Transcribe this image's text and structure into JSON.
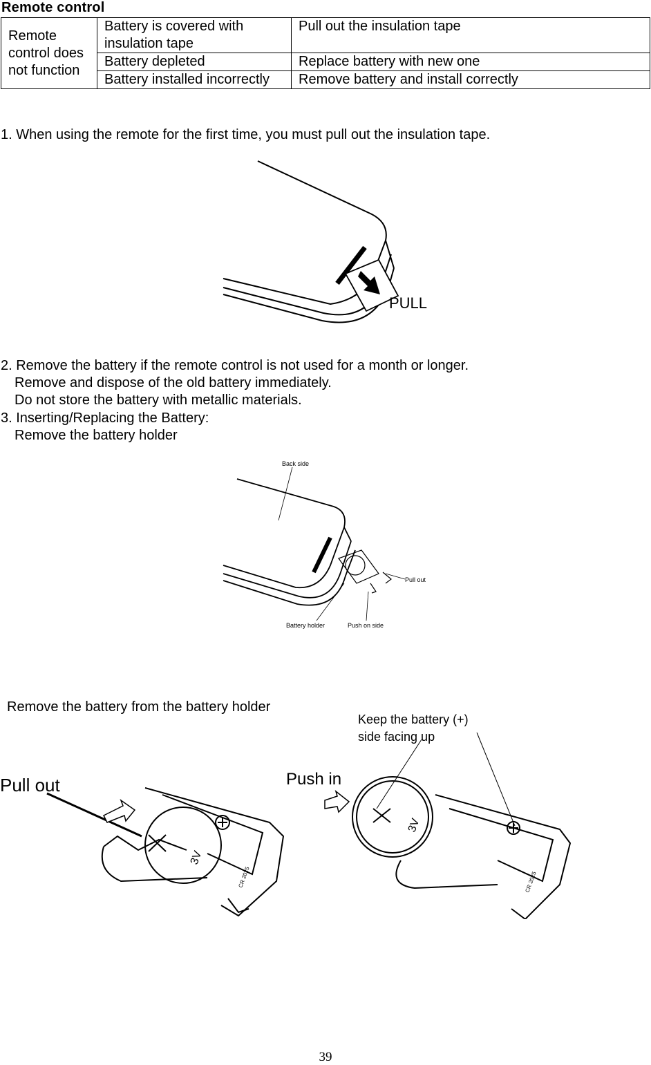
{
  "title": "Remote control",
  "table": {
    "symptom": "Remote control does not function",
    "rows": [
      {
        "cause": "Battery is covered with insulation tape",
        "remedy": "Pull out the insulation tape"
      },
      {
        "cause": "Battery depleted",
        "remedy": "Replace battery with new one"
      },
      {
        "cause": "Battery installed incorrectly",
        "remedy": "Remove battery and install correctly"
      }
    ]
  },
  "step1": "1. When using the remote for the first time, you must pull out the insulation tape.",
  "fig1": {
    "label": "PULL"
  },
  "step2": {
    "line1": "2. Remove the battery if the remote control is not used for a month or longer.",
    "line2": "Remove and dispose of the old battery immediately.",
    "line3": "Do not store the battery with metallic materials."
  },
  "step3": {
    "line1": "3. Inserting/Replacing the Battery:",
    "line2": "Remove the battery holder"
  },
  "fig2": {
    "back_side": "Back side",
    "pull_out": "Pull out",
    "battery_holder": "Battery holder",
    "push_on_side": "Push on side"
  },
  "step4": "Remove the battery from the battery holder",
  "fig3": {
    "pull_out": "Pull out",
    "push_in": "Push in",
    "keep_line1": "Keep the battery (+)",
    "keep_line2": "side facing up",
    "voltage": "3V",
    "model": "CR 2025",
    "plus": "+"
  },
  "page_number": "39"
}
